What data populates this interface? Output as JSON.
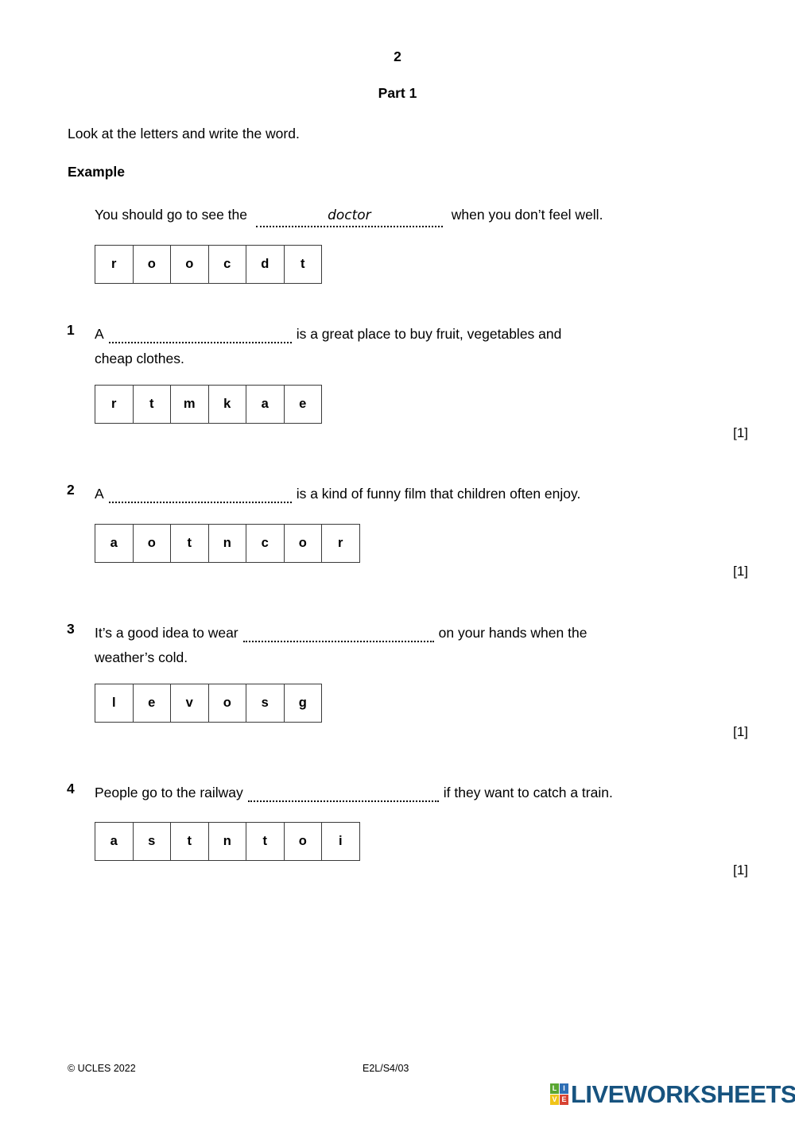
{
  "header": {
    "page_number": "2",
    "part_title": "Part 1",
    "instruction": "Look at the letters and write the word.",
    "example_label": "Example"
  },
  "example": {
    "text_before": "You should go to see the",
    "answer": "doctor",
    "text_after": "when you don’t feel well.",
    "letters": [
      "r",
      "o",
      "o",
      "c",
      "d",
      "t"
    ]
  },
  "questions": [
    {
      "number": "1",
      "text_before": "A",
      "blank": "",
      "text_after": "is a great place to buy fruit, vegetables and",
      "text_line2": "cheap clothes.",
      "letters": [
        "r",
        "t",
        "m",
        "k",
        "a",
        "e"
      ],
      "mark": "[1]"
    },
    {
      "number": "2",
      "text_before": "A",
      "blank": "",
      "text_after": "is a kind of funny film that children often enjoy.",
      "text_line2": "",
      "letters": [
        "a",
        "o",
        "t",
        "n",
        "c",
        "o",
        "r"
      ],
      "mark": "[1]"
    },
    {
      "number": "3",
      "text_before": "It’s a good idea to wear",
      "blank": "",
      "text_after": "on your hands when the",
      "text_line2": "weather’s cold.",
      "letters": [
        "l",
        "e",
        "v",
        "o",
        "s",
        "g"
      ],
      "mark": "[1]"
    },
    {
      "number": "4",
      "text_before": "People go to the railway",
      "blank": "",
      "text_after": "if they want to catch a train.",
      "text_line2": "",
      "letters": [
        "a",
        "s",
        "t",
        "n",
        "t",
        "o",
        "i"
      ],
      "mark": "[1]"
    }
  ],
  "footer": {
    "copyright": "© UCLES 2022",
    "code": "E2L/S4/03"
  },
  "logo": {
    "squares": [
      "L",
      "I",
      "V",
      "E"
    ],
    "word": "LIVEWORKSHEETS",
    "colors": {
      "green": "#5aa632",
      "blue": "#2f6fb5",
      "yellow": "#f0c419",
      "red": "#d84333",
      "word": "#17537f"
    }
  }
}
